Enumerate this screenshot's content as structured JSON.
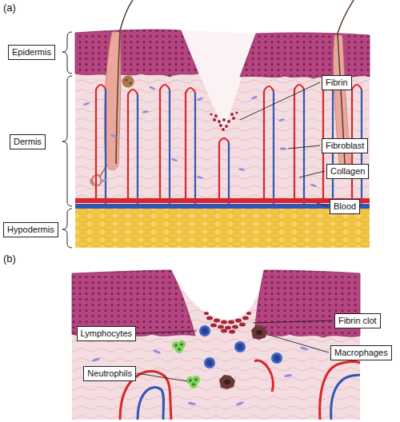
{
  "diagram": {
    "nodes": [
      {
        "text": [
          "Epidermis"
        ]
      },
      {
        "text": [
          "Fibrin"
        ]
      },
      {
        "text": [
          "Dermis"
        ]
      },
      {
        "text": [
          "Fibroblast"
        ]
      },
      {
        "text": [
          "Collagen"
        ]
      },
      {
        "text": [
          "Blood"
        ]
      },
      {
        "text": [
          "Hypodermis"
        ]
      },
      {
        "text": [
          "Fibrin clot"
        ]
      },
      {
        "text": [
          "Lymphocytes"
        ]
      },
      {
        "text": [
          "Macrophages"
        ]
      },
      {
        "text": [
          "Neutrophils"
        ]
      }
    ],
    "labels": [
      "(a)",
      "(b)"
    ]
  }
}
